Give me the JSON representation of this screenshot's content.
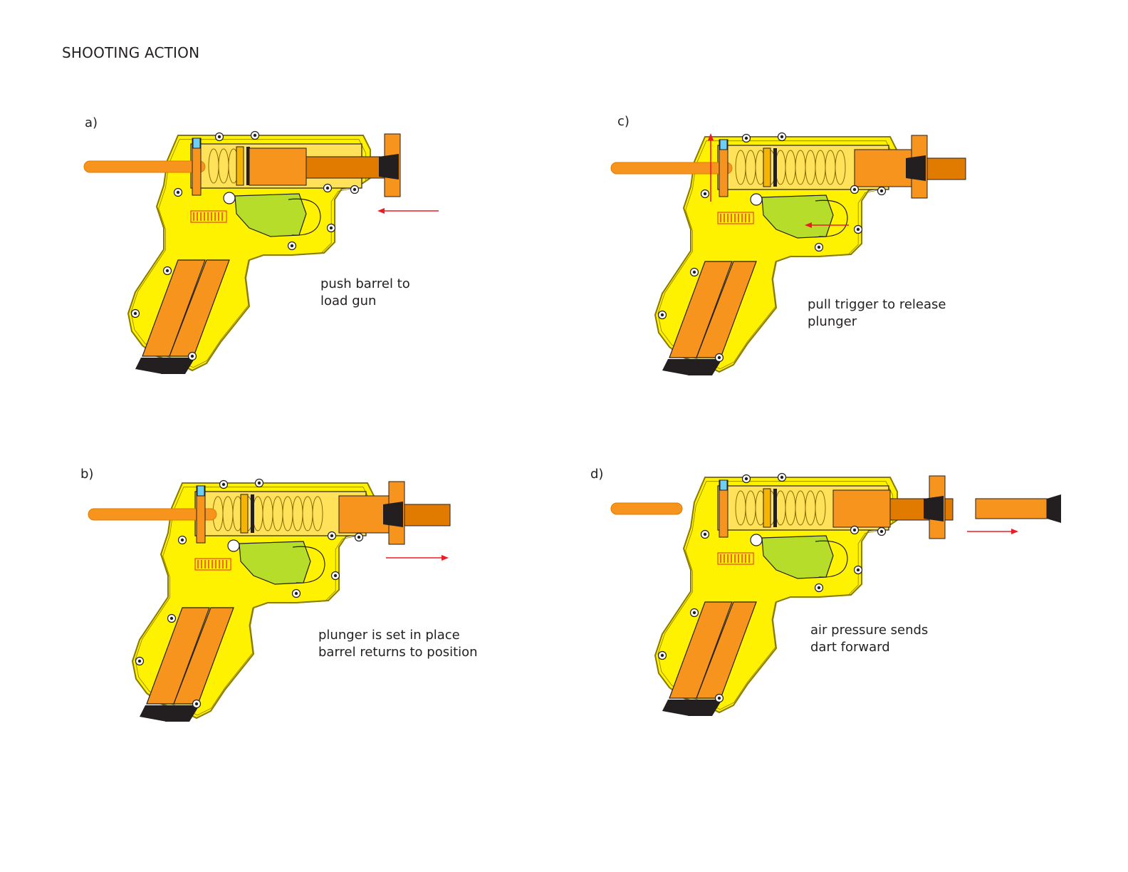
{
  "title": "SHOOTING ACTION",
  "colors": {
    "frame": "#fff200",
    "frame_outline": "#8a7a00",
    "barrel": "#f7941d",
    "barrel_dark": "#e07b00",
    "trigger": "#b5dd2a",
    "spring_chamber": "#ffd24a",
    "magazine_tip": "#231f20",
    "arrow": "#ed1c24",
    "latch": "#6ecff6"
  },
  "panels": [
    {
      "label": "a)",
      "caption_line1": "push barrel to",
      "caption_line2": "load gun",
      "arrow_direction": "left"
    },
    {
      "label": "b)",
      "caption_line1": "plunger is set in place",
      "caption_line2": "barrel returns to position",
      "arrow_direction": "right"
    },
    {
      "label": "c)",
      "caption_line1": "pull trigger to release",
      "caption_line2": "plunger",
      "arrow_direction": "left"
    },
    {
      "label": "d)",
      "caption_line1": "air pressure sends",
      "caption_line2": "dart forward",
      "arrow_direction": "right"
    }
  ]
}
